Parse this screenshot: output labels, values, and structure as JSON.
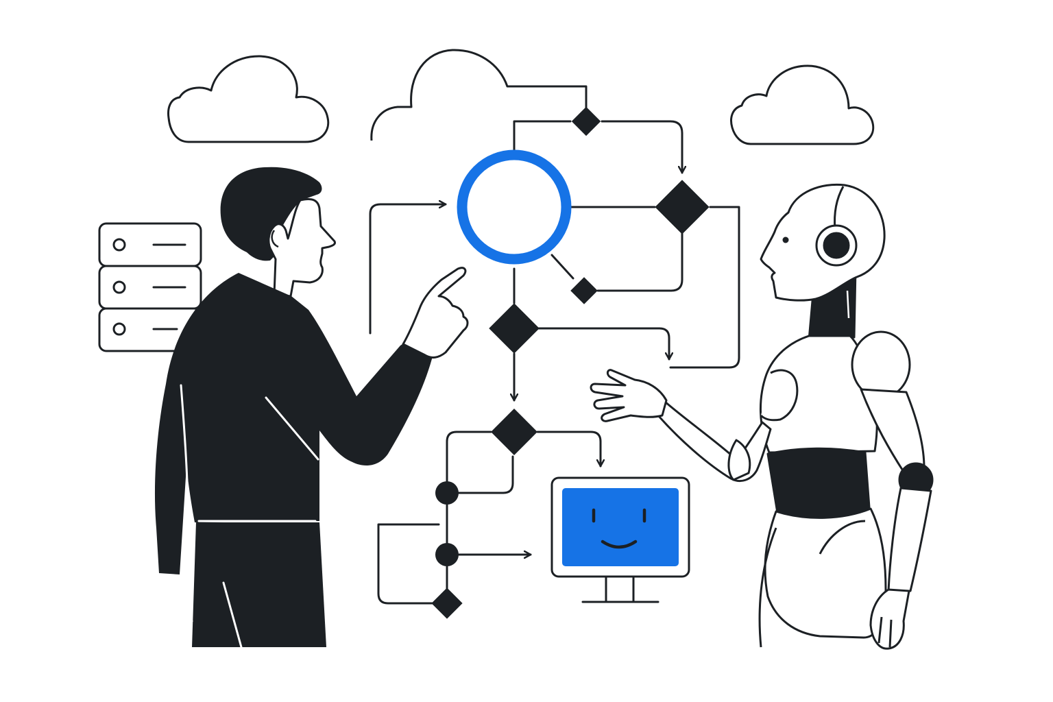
{
  "colors": {
    "ink": "#1c2024",
    "accent": "#1673e6",
    "background": "#ffffff"
  },
  "icons": [
    "cloud-icon",
    "server-rack-icon",
    "flowchart-decision-diamond",
    "flowchart-process-circle",
    "flowchart-junction-dot",
    "monitor-icon",
    "smiley-face-icon",
    "person-figure",
    "humanoid-robot-figure",
    "headphone-icon"
  ],
  "monitor": {
    "expression": "smiling"
  }
}
